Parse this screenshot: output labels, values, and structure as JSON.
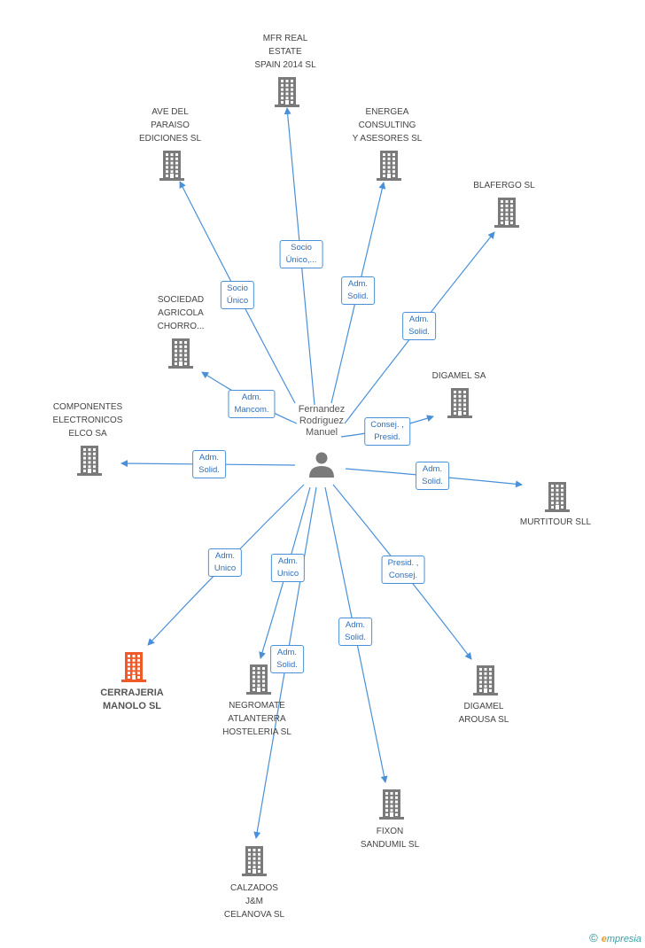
{
  "colors": {
    "edge": "#4a90d9",
    "building": "#7a7a7a",
    "highlight": "#f05a28",
    "person": "#7a7a7a"
  },
  "center": {
    "label": "Fernandez\nRodriguez\nManuel",
    "icon": "person-icon"
  },
  "nodes": [
    {
      "id": "mfr",
      "label": "MFR REAL\nESTATE\nSPAIN 2014  SL",
      "icon": "building-icon"
    },
    {
      "id": "ave",
      "label": "AVE DEL\nPARAISO\nEDICIONES SL",
      "icon": "building-icon"
    },
    {
      "id": "energea",
      "label": "ENERGEA\nCONSULTING\nY ASESORES SL",
      "icon": "building-icon"
    },
    {
      "id": "blafergo",
      "label": "BLAFERGO SL",
      "icon": "building-icon"
    },
    {
      "id": "sociedad",
      "label": "SOCIEDAD\nAGRICOLA\nCHORRO...",
      "icon": "building-icon"
    },
    {
      "id": "digamelsa",
      "label": "DIGAMEL SA",
      "icon": "building-icon"
    },
    {
      "id": "componentes",
      "label": "COMPONENTES\nELECTRONICOS\nELCO SA",
      "icon": "building-icon"
    },
    {
      "id": "murtitour",
      "label": "MURTITOUR SLL",
      "icon": "building-icon"
    },
    {
      "id": "cerrajeria",
      "label": "CERRAJERIA\nMANOLO SL",
      "icon": "building-icon",
      "highlight": true
    },
    {
      "id": "negromate",
      "label": "NEGROMATE\nATLANTERRA\nHOSTELERIA SL",
      "icon": "building-icon"
    },
    {
      "id": "digamelarousa",
      "label": "DIGAMEL\nAROUSA SL",
      "icon": "building-icon"
    },
    {
      "id": "fixon",
      "label": "FIXON\nSANDUMIL SL",
      "icon": "building-icon"
    },
    {
      "id": "calzados",
      "label": "CALZADOS\nJ&M\nCELANOVA SL",
      "icon": "building-icon"
    }
  ],
  "edges": [
    {
      "to": "mfr",
      "label": "Socio\nÚnico,..."
    },
    {
      "to": "ave",
      "label": "Socio\nÚnico"
    },
    {
      "to": "energea",
      "label": "Adm.\nSolid."
    },
    {
      "to": "blafergo",
      "label": "Adm.\nSolid."
    },
    {
      "to": "sociedad",
      "label": "Adm.\nMancom."
    },
    {
      "to": "digamelsa",
      "label": "Consej. ,\nPresid."
    },
    {
      "to": "componentes",
      "label": "Adm.\nSolid."
    },
    {
      "to": "murtitour",
      "label": "Adm.\nSolid."
    },
    {
      "to": "cerrajeria",
      "label": "Adm.\nUnico"
    },
    {
      "to": "negromate",
      "label": "Adm.\nUnico"
    },
    {
      "to": "calzados",
      "label": "Adm.\nSolid."
    },
    {
      "to": "fixon",
      "label": "Adm.\nSolid."
    },
    {
      "to": "digamelarousa",
      "label": "Presid. ,\nConsej."
    }
  ],
  "footer": {
    "copyright": "©",
    "brand_e": "e",
    "brand_rest": "mpresia"
  }
}
